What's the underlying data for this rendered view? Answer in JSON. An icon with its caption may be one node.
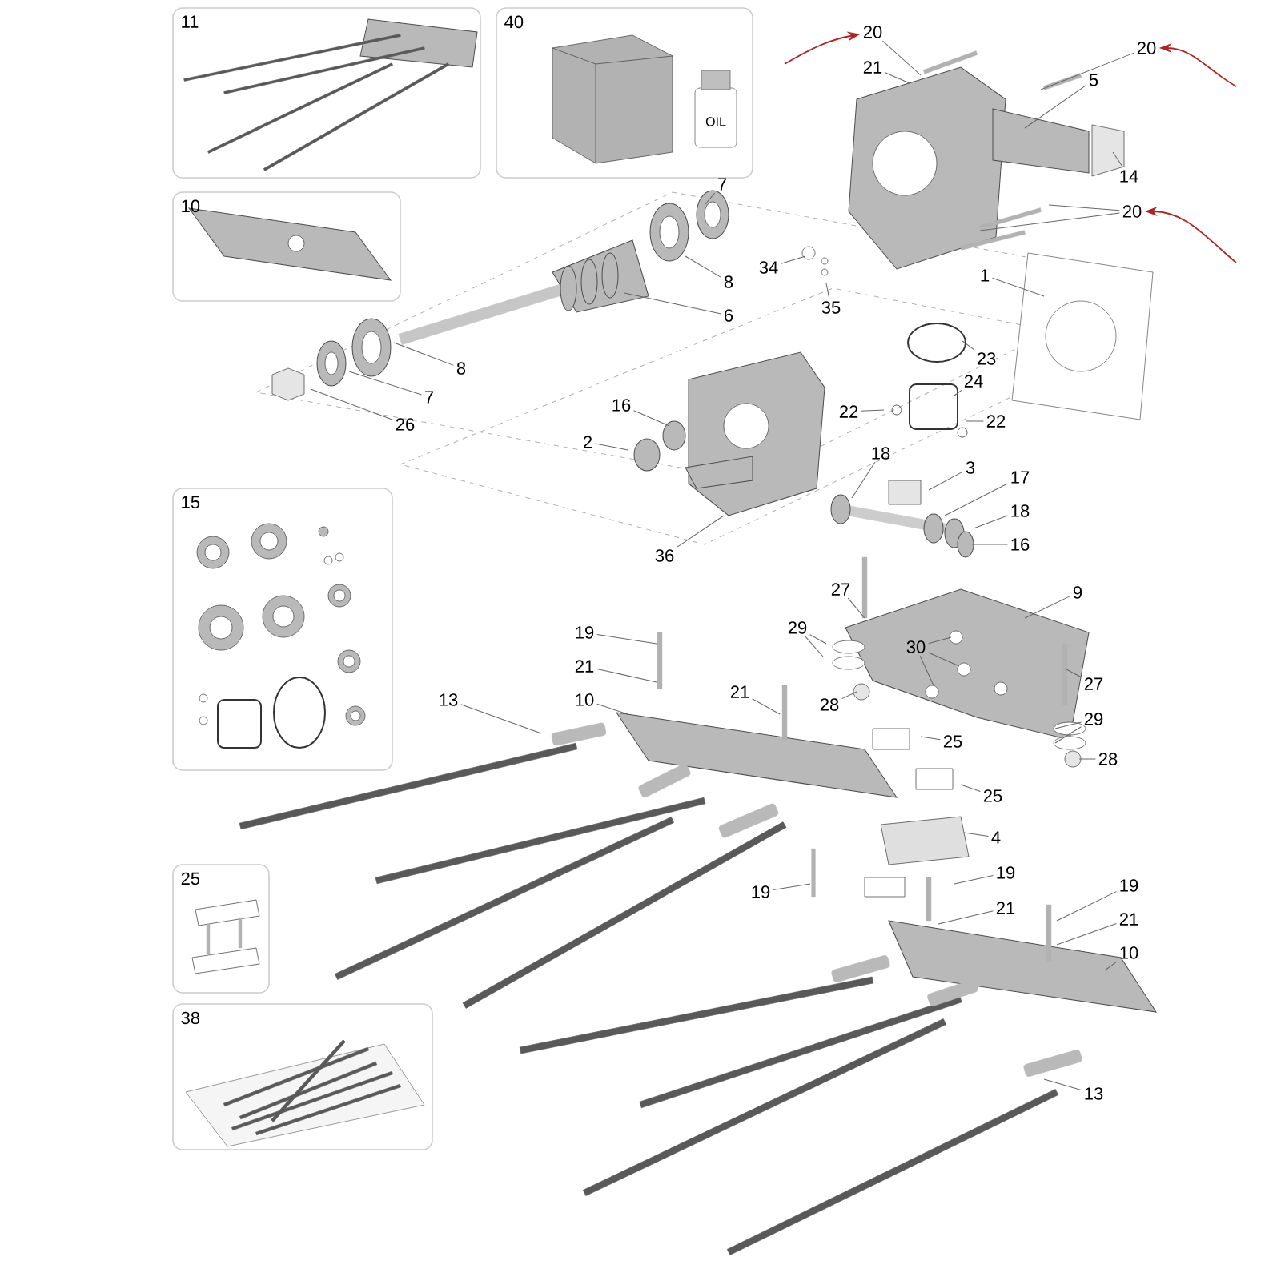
{
  "diagram": {
    "nodes": [
      {
        "text": [
          "11"
        ]
      },
      {
        "text": [
          "40"
        ]
      },
      {
        "text": [
          "10"
        ]
      },
      {
        "text": [
          "20"
        ]
      },
      {
        "text": [
          "21"
        ]
      },
      {
        "text": [
          "20"
        ]
      },
      {
        "text": [
          "5"
        ]
      },
      {
        "text": [
          "14"
        ]
      },
      {
        "text": [
          "7"
        ]
      },
      {
        "text": [
          "20"
        ]
      },
      {
        "text": [
          "34"
        ]
      },
      {
        "text": [
          "8"
        ]
      },
      {
        "text": [
          "1"
        ]
      },
      {
        "text": [
          "35"
        ]
      },
      {
        "text": [
          "6"
        ]
      },
      {
        "text": [
          "23"
        ]
      },
      {
        "text": [
          "8"
        ]
      },
      {
        "text": [
          "24"
        ]
      },
      {
        "text": [
          "7"
        ]
      },
      {
        "text": [
          "16"
        ]
      },
      {
        "text": [
          "22"
        ]
      },
      {
        "text": [
          "22"
        ]
      },
      {
        "text": [
          "26"
        ]
      },
      {
        "text": [
          "2"
        ]
      },
      {
        "text": [
          "18"
        ]
      },
      {
        "text": [
          "3"
        ]
      },
      {
        "text": [
          "17"
        ]
      },
      {
        "text": [
          "15"
        ]
      },
      {
        "text": [
          "18"
        ]
      },
      {
        "text": [
          "16"
        ]
      },
      {
        "text": [
          "36"
        ]
      },
      {
        "text": [
          "27"
        ]
      },
      {
        "text": [
          "9"
        ]
      },
      {
        "text": [
          "29"
        ]
      },
      {
        "text": [
          "19"
        ]
      },
      {
        "text": [
          "30"
        ]
      },
      {
        "text": [
          "21"
        ]
      },
      {
        "text": [
          "27"
        ]
      },
      {
        "text": [
          "21"
        ]
      },
      {
        "text": [
          "13"
        ]
      },
      {
        "text": [
          "28"
        ]
      },
      {
        "text": [
          "10"
        ]
      },
      {
        "text": [
          "29"
        ]
      },
      {
        "text": [
          "25"
        ]
      },
      {
        "text": [
          "28"
        ]
      },
      {
        "text": [
          "25"
        ]
      },
      {
        "text": [
          "4"
        ]
      },
      {
        "text": [
          "25"
        ]
      },
      {
        "text": [
          "19"
        ]
      },
      {
        "text": [
          "19"
        ]
      },
      {
        "text": [
          "19"
        ]
      },
      {
        "text": [
          "21"
        ]
      },
      {
        "text": [
          "21"
        ]
      },
      {
        "text": [
          "10"
        ]
      },
      {
        "text": [
          "38"
        ]
      },
      {
        "text": [
          "13"
        ]
      }
    ],
    "edges": [
      {
        "from": 3,
        "to": null,
        "arrow": "none"
      },
      {
        "from": 4,
        "to": null,
        "arrow": "none"
      },
      {
        "from": 5,
        "to": null,
        "arrow": "none"
      },
      {
        "from": 6,
        "to": null,
        "arrow": "none"
      },
      {
        "from": 7,
        "to": null,
        "arrow": "none"
      },
      {
        "from": 8,
        "to": null,
        "arrow": "none"
      },
      {
        "from": 9,
        "to": null,
        "arrow": "none"
      },
      {
        "from": 9,
        "to": null,
        "arrow": "none"
      },
      {
        "from": 10,
        "to": null,
        "arrow": "none"
      },
      {
        "from": 11,
        "to": null,
        "arrow": "none"
      },
      {
        "from": 12,
        "to": null,
        "arrow": "none"
      },
      {
        "from": 13,
        "to": null,
        "arrow": "none"
      },
      {
        "from": 14,
        "to": null,
        "arrow": "none"
      },
      {
        "from": 15,
        "to": null,
        "arrow": "none"
      },
      {
        "from": 16,
        "to": null,
        "arrow": "none"
      },
      {
        "from": 17,
        "to": null,
        "arrow": "none"
      },
      {
        "from": 18,
        "to": null,
        "arrow": "none"
      },
      {
        "from": 19,
        "to": null,
        "arrow": "none"
      },
      {
        "from": 20,
        "to": null,
        "arrow": "none"
      },
      {
        "from": 21,
        "to": null,
        "arrow": "none"
      },
      {
        "from": 22,
        "to": null,
        "arrow": "none"
      },
      {
        "from": 23,
        "to": null,
        "arrow": "none"
      },
      {
        "from": 24,
        "to": null,
        "arrow": "none"
      },
      {
        "from": 25,
        "to": null,
        "arrow": "none"
      },
      {
        "from": 26,
        "to": null,
        "arrow": "none"
      },
      {
        "from": 28,
        "to": null,
        "arrow": "none"
      },
      {
        "from": 29,
        "to": null,
        "arrow": "none"
      },
      {
        "from": 30,
        "to": null,
        "arrow": "none"
      },
      {
        "from": 31,
        "to": null,
        "arrow": "none"
      },
      {
        "from": 32,
        "to": null,
        "arrow": "none"
      },
      {
        "from": 33,
        "to": null,
        "arrow": "none"
      },
      {
        "from": 33,
        "to": null,
        "arrow": "none"
      },
      {
        "from": 34,
        "to": null,
        "arrow": "none"
      },
      {
        "from": 35,
        "to": null,
        "arrow": "none"
      },
      {
        "from": 35,
        "to": null,
        "arrow": "none"
      },
      {
        "from": 35,
        "to": null,
        "arrow": "none"
      },
      {
        "from": 36,
        "to": null,
        "arrow": "none"
      },
      {
        "from": 37,
        "to": null,
        "arrow": "none"
      },
      {
        "from": 38,
        "to": null,
        "arrow": "none"
      },
      {
        "from": 39,
        "to": null,
        "arrow": "none"
      },
      {
        "from": 40,
        "to": null,
        "arrow": "none"
      },
      {
        "from": 41,
        "to": null,
        "arrow": "none"
      },
      {
        "from": 42,
        "to": null,
        "arrow": "none"
      },
      {
        "from": 42,
        "to": null,
        "arrow": "none"
      },
      {
        "from": 43,
        "to": null,
        "arrow": "none"
      },
      {
        "from": 44,
        "to": null,
        "arrow": "none"
      },
      {
        "from": 45,
        "to": null,
        "arrow": "none"
      },
      {
        "from": 46,
        "to": null,
        "arrow": "none"
      },
      {
        "from": 48,
        "to": null,
        "arrow": "none"
      },
      {
        "from": 49,
        "to": null,
        "arrow": "none"
      },
      {
        "from": 50,
        "to": null,
        "arrow": "none"
      },
      {
        "from": 51,
        "to": null,
        "arrow": "none"
      },
      {
        "from": 52,
        "to": null,
        "arrow": "none"
      },
      {
        "from": 53,
        "to": null,
        "arrow": "none"
      },
      {
        "from": 55,
        "to": null,
        "arrow": "none"
      },
      {
        "from": null,
        "to": 3,
        "arrow": "to",
        "color": "#b22222"
      },
      {
        "from": null,
        "to": 5,
        "arrow": "to",
        "color": "#b22222"
      },
      {
        "from": null,
        "to": 9,
        "arrow": "to",
        "color": "#b22222"
      }
    ],
    "labels": [
      "OIL"
    ]
  }
}
